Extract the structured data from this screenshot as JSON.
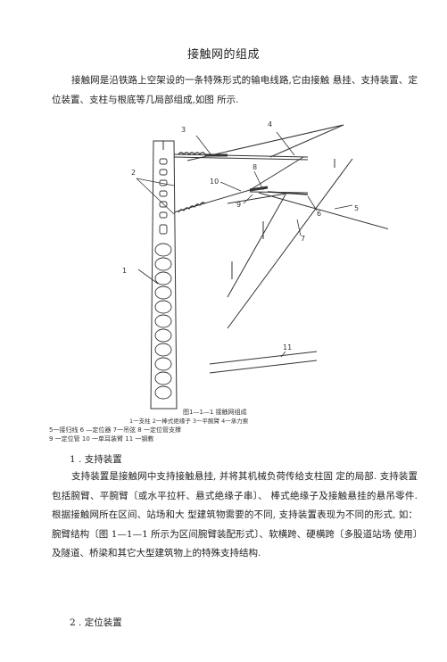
{
  "doc": {
    "title": "接触网的组成",
    "intro": "接触网是沿铁路上空架设的一条特殊形式的输电线路,它由接触 悬挂、支持装置、定位装置、支柱与根底等几局部组成,如图 所示.",
    "figure": {
      "caption": "图1—1—1  接触网组成",
      "legend_line1": "1一支柱  2一棒式绝缘子  3一平腕臂  4一承力索",
      "callouts": [
        "1",
        "2",
        "3",
        "4",
        "5",
        "6",
        "7",
        "8",
        "9",
        "10",
        "11"
      ]
    },
    "legend_row1": "5一接归线 6 —定位器  7一吊弦 8 一定位管支撑",
    "legend_row2": "9  一定位管  10 一单耳装臂  11  一钢教",
    "section1_heading": "1 . 支持装置",
    "section1_text": "支持装置是接触网中支持接触悬挂, 并将其机械负荷传给支柱固   定的局部. 支持装置包括腕臂、平腕臂〔或水平拉杆、悬式绝缘子串〕、 棒式绝缘子及接触悬挂的悬吊零件. 根据接触网所在区间、站场和大 型建筑物需要的不同, 支持装置表现为不同的形式, 如：腕臂结构〔图  1—1—1 所示为区间腕臂装配形式〕、软横跨、硬横跨〔多股道站场  使用〕及隧道、桥梁和其它大型建筑物上的特殊支持结构.",
    "section2_heading": "2 . 定位装置"
  }
}
